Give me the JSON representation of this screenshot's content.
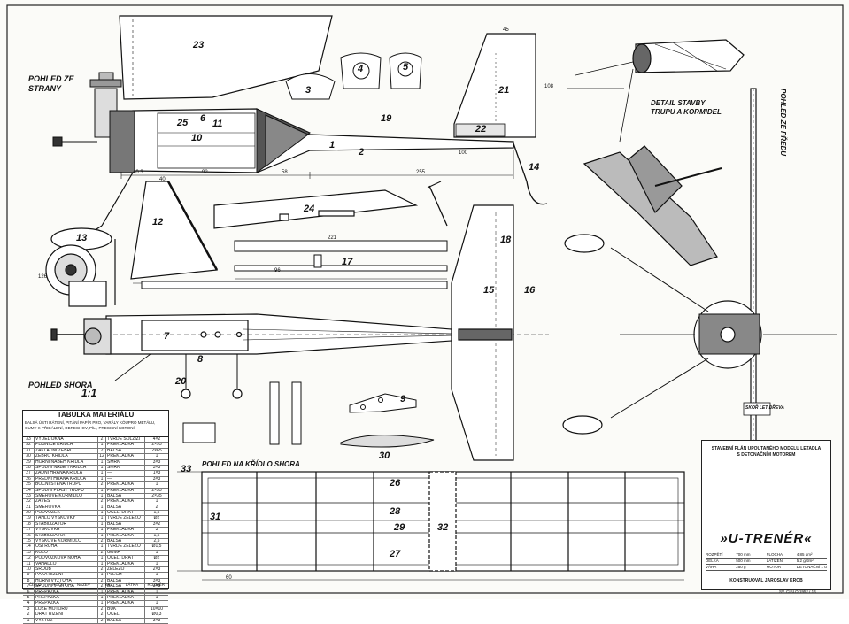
{
  "views": {
    "side": "POHLED ZE\nSTRANY",
    "top": "POHLED SHORA",
    "scale": "1:1",
    "front": "POHLED ZE PŘEDU",
    "detail": "DETAIL STAVBY\nTRUPU A KORMIDEL",
    "wing_top": "POHLED NA KŘÍDLO SHORA",
    "wing_section": "SKOŘ LET DŘEVA"
  },
  "part_numbers": {
    "p23": "23",
    "p21": "21",
    "p19": "19",
    "p22": "22",
    "p25": "25",
    "p6": "6",
    "p10": "10",
    "p11": "11",
    "p1": "1",
    "p2": "2",
    "p3": "3",
    "p4": "4",
    "p5": "5",
    "p7": "7",
    "p8": "8",
    "p9": "9",
    "p12": "12",
    "p13": "13",
    "p14": "14",
    "p15": "15",
    "p16": "16",
    "p17": "17",
    "p18": "18",
    "p20": "20",
    "p24": "24",
    "p26": "26",
    "p27": "27",
    "p28": "28",
    "p29": "29",
    "p30": "30",
    "p31": "31",
    "p32": "32",
    "p33": "33"
  },
  "dimensions": {
    "d1": "40.3",
    "d2": "92",
    "d3": "58",
    "d4": "255",
    "d5": "100",
    "d6": "45",
    "d7": "108",
    "d8": "221",
    "d9": "96",
    "d10": "60",
    "d11": "126",
    "d12": "40"
  },
  "material_table": {
    "title": "TABULKA MATERIÁLU",
    "subtitle": "BALSÁ ÚSTI RÁTENÍ, PITÁNÍ PAPÍR PRO, VARÁLY KÓUPRO METÁLU, GUMY K PŘIDÁLENÍ, OBRECHOV, PÍLÍ, PRECISNÍ KORONÍ",
    "rows": [
      [
        "33",
        "VÝDĚL OKNÁ",
        "2",
        "TVRDÉ ŠOLŽIŽI",
        "4×2"
      ],
      [
        "32",
        "PLÍSNICE KŘÍDLA",
        "1",
        "PREKLÁDKA",
        "2×95"
      ],
      [
        "31",
        "ZÁKLÁDNÍ ŽEBRO",
        "2",
        "BALSA",
        "2×65"
      ],
      [
        "30",
        "ŽEBRO KŘÍDLA",
        "12",
        "PŘEKLÁDKA",
        "1"
      ],
      [
        "29",
        "HOŘNÍ NÁBĚH KŘÍDLA",
        "1",
        "SMRK",
        "3×3"
      ],
      [
        "28",
        "SPODNÍ NÁBĚH KŘÍDLA",
        "1",
        "SMRK",
        "3×3"
      ],
      [
        "27",
        "ZADNÍ HRANA KŘÍDLA",
        "1",
        "—",
        "1×3"
      ],
      [
        "26",
        "PŘEDNÍ HRANA KŘÍDLA",
        "1",
        "—",
        "3×3"
      ],
      [
        "25",
        "BOČNÍ ŠTĚNA TRUPU",
        "2",
        "PŘEKLÁDKA",
        "1"
      ],
      [
        "24",
        "SPODNÍ PLÁŠŤ TRUPU",
        "1",
        "PŘEKLÁDKA",
        "2×35"
      ],
      [
        "23",
        "SMĚROVÉ KORMIDLO",
        "1",
        "BALSA",
        "2×35"
      ],
      [
        "22",
        "ZÁVĚS",
        "2",
        "PŘEKLÁDKA",
        "1"
      ],
      [
        "21",
        "SMĚROVKA",
        "1",
        "BALSA",
        "2"
      ],
      [
        "20",
        "PODVOZEK",
        "1",
        "OCEL. DRÁT",
        "1,5"
      ],
      [
        "19",
        "TÁHLO VÝŠKOVKY",
        "1",
        "TVRDÉ ŽELEZO",
        "Ø2"
      ],
      [
        "18",
        "STABILIZÁTOR",
        "1",
        "BALSA",
        "3×2"
      ],
      [
        "17",
        "VÝŠKOVKA",
        "1",
        "PŘEKLÁDKA",
        "3"
      ],
      [
        "16",
        "STABILIZÁTOR",
        "1",
        "PŘEKLÁDKA",
        "1,5"
      ],
      [
        "15",
        "VÝŠKOVÉ KORMIDLO",
        "2",
        "BALSA",
        "2,5"
      ],
      [
        "14",
        "OSTRUHA",
        "1",
        "TVRDÉ ŽELEZO",
        "Ø1,5"
      ],
      [
        "13",
        "KOLO",
        "2",
        "GUMA",
        "1"
      ],
      [
        "12",
        "PODVOZKOVÁ NOHA",
        "1",
        "OCEL. DRÁT",
        "Ø2"
      ],
      [
        "11",
        "VAHADLO",
        "1",
        "PŘEKLÁDKA",
        "1"
      ],
      [
        "10",
        "ŠROUB",
        "2",
        "ŽELEZO",
        "2×3"
      ],
      [
        "9",
        "PÁKA ŘÍZENÍ",
        "1",
        "PLECH",
        "1"
      ],
      [
        "8",
        "HORNÍ VÝZTUHA",
        "2",
        "BALSA",
        "3×3"
      ],
      [
        "7",
        "SPODNÍ VÝZTUHA",
        "2",
        "BALSA",
        "3×3"
      ],
      [
        "6",
        "PŘEPÁŽKA",
        "1",
        "PŘEKLÁDKA",
        "1"
      ],
      [
        "5",
        "PŘEPÁŽKA",
        "1",
        "PŘEKLÁDKA",
        "1"
      ],
      [
        "4",
        "PŘEPÁŽKA",
        "1",
        "PŘEKLÁDKA",
        "1"
      ],
      [
        "3",
        "LOŽE MOTORU",
        "2",
        "BUK",
        "10×10"
      ],
      [
        "2",
        "DRÁT ŘÍZENÍ",
        "2",
        "OCEL",
        "Ø0,3"
      ],
      [
        "1",
        "VÝZTUŽ",
        "2",
        "BALSA",
        "3×3"
      ]
    ],
    "footer": [
      "ČÍSLO",
      "POČET",
      "NÁZEV",
      "KS",
      "LÁTKA",
      "ROZMĚR"
    ]
  },
  "title_block": {
    "caption": "STAVEBNÍ PLÁN UPOUTANÉHO MODELU LETADLA\nS DETONAČNÍM MOTOREM",
    "name": "»U-TRENÉR«",
    "specs": [
      [
        "ROZPĚTÍ",
        "700 mm",
        "PLOCHA",
        "4,85 dm²"
      ],
      [
        "DÉLKA",
        "500 mm",
        "ZATÍŽENÍ",
        "5,2 g/dm²"
      ],
      [
        "VÁHA",
        "250 g",
        "MOTOR",
        "DETONAČNÍ 1 cm³"
      ]
    ],
    "author": "KONSTRUOVAL JAROSLAV KROB"
  },
  "footer_ref": "SV. ČÍSLO 1952 / 13"
}
